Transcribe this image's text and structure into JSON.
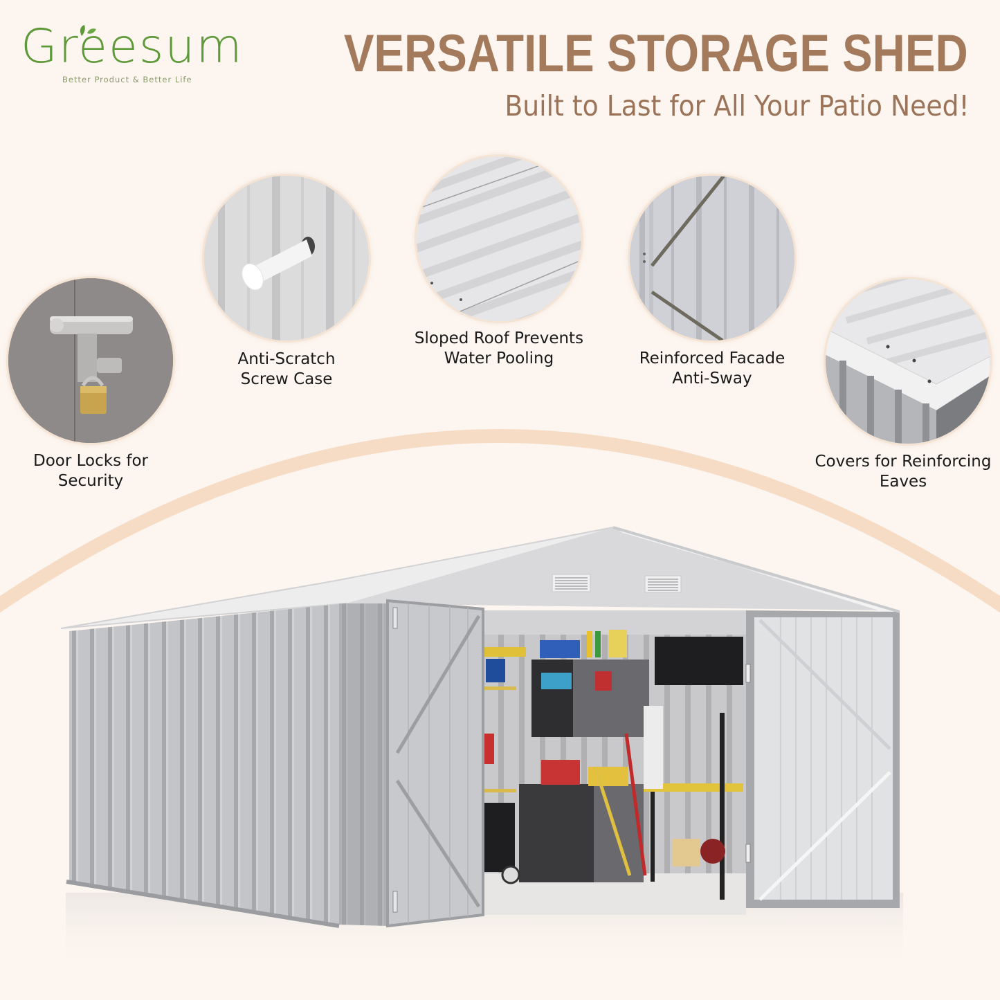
{
  "brand": {
    "name": "Greesum",
    "tagline": "Better Product & Better Life",
    "color": "#5f9a3a"
  },
  "header": {
    "title": "VERSATILE STORAGE SHED",
    "subtitle": "Built to Last for All Your Patio Need!",
    "title_color": "#a47a5c",
    "subtitle_color": "#9b7358"
  },
  "features": [
    {
      "id": "door-locks",
      "line1": "Door Locks for",
      "line2": "Security",
      "icon": "padlock-latch-icon"
    },
    {
      "id": "anti-scratch",
      "line1": "Anti-Scratch",
      "line2": "Screw Case",
      "icon": "screw-cap-icon"
    },
    {
      "id": "sloped-roof",
      "line1": "Sloped Roof Prevents",
      "line2": "Water Pooling",
      "icon": "corrugated-roof-icon"
    },
    {
      "id": "reinforced-facade",
      "line1": "Reinforced Facade",
      "line2": "Anti-Sway",
      "icon": "diagonal-brace-icon"
    },
    {
      "id": "eave-covers",
      "line1": "Covers for Reinforcing",
      "line2": "Eaves",
      "icon": "eave-corner-icon"
    }
  ],
  "colors": {
    "background": "#fdf6f0",
    "arc": "#f6dcc4",
    "steel_light": "#d9dadc",
    "steel_mid": "#b9bbbe",
    "steel_dark": "#8e9094",
    "roof": "#eeeeef"
  },
  "product": {
    "description": "Metal storage shed with open double doors showing organized interior",
    "vents": 2,
    "doors": 2
  }
}
